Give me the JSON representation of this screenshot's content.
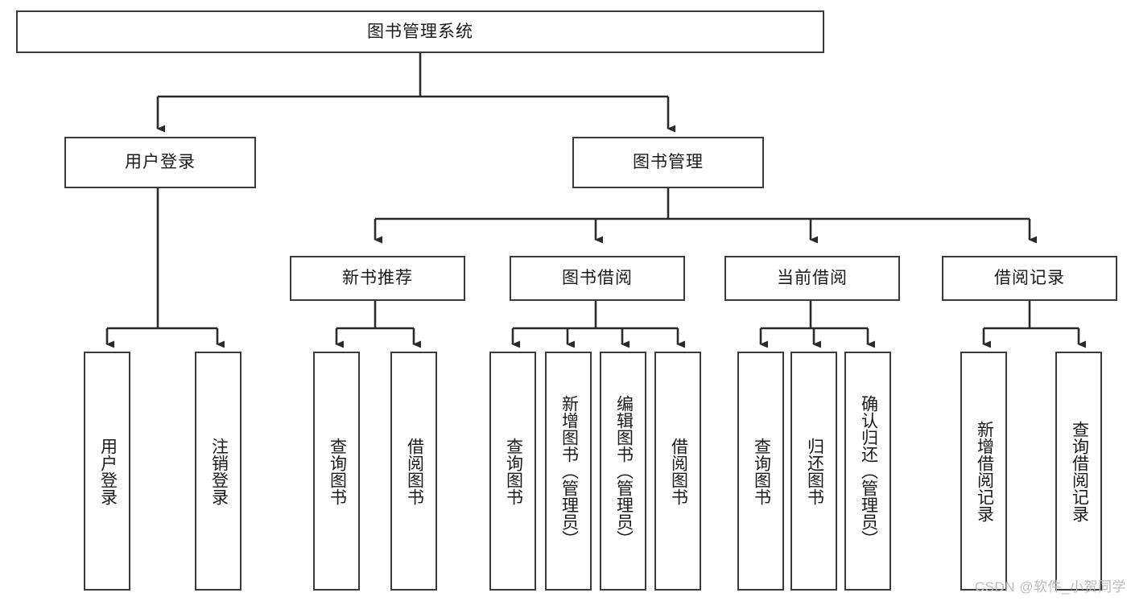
{
  "diagram": {
    "type": "tree-hierarchy",
    "title": "图书管理系统",
    "watermark": "CSDN @软件_小贺同学",
    "colors": {
      "box_border": "#3b3b3b",
      "box_fill": "#ffffff",
      "line": "#2b2b2b",
      "text": "#1a1a1a",
      "watermark": "#bcbcbc"
    },
    "nodes": {
      "root": {
        "label": "图书管理系统",
        "level": 0
      },
      "l1": [
        {
          "id": "user_login",
          "label": "用户登录"
        },
        {
          "id": "book_manage",
          "label": "图书管理"
        }
      ],
      "l2": [
        {
          "id": "new_book_rec",
          "label": "新书推荐",
          "parent": "book_manage"
        },
        {
          "id": "book_borrow",
          "label": "图书借阅",
          "parent": "book_manage"
        },
        {
          "id": "current_borrow",
          "label": "当前借阅",
          "parent": "book_manage"
        },
        {
          "id": "borrow_record",
          "label": "借阅记录",
          "parent": "book_manage"
        }
      ],
      "leaves": {
        "user_login": [
          {
            "id": "leaf_user_login",
            "label": "用户登录"
          },
          {
            "id": "leaf_logout",
            "label": "注销登录"
          }
        ],
        "new_book_rec": [
          {
            "id": "leaf_query_book_1",
            "label": "查询图书"
          },
          {
            "id": "leaf_borrow_book_1",
            "label": "借阅图书"
          }
        ],
        "book_borrow": [
          {
            "id": "leaf_query_book_2",
            "label": "查询图书"
          },
          {
            "id": "leaf_add_book",
            "label": "新增图书（管理员）"
          },
          {
            "id": "leaf_edit_book",
            "label": "编辑图书（管理员）"
          },
          {
            "id": "leaf_borrow_book_2",
            "label": "借阅图书"
          }
        ],
        "current_borrow": [
          {
            "id": "leaf_query_book_3",
            "label": "查询图书"
          },
          {
            "id": "leaf_return_book",
            "label": "归还图书"
          },
          {
            "id": "leaf_confirm_return",
            "label": "确认归还（管理员）"
          }
        ],
        "borrow_record": [
          {
            "id": "leaf_add_record",
            "label": "新增借阅记录"
          },
          {
            "id": "leaf_query_record",
            "label": "查询借阅记录"
          }
        ]
      }
    }
  }
}
